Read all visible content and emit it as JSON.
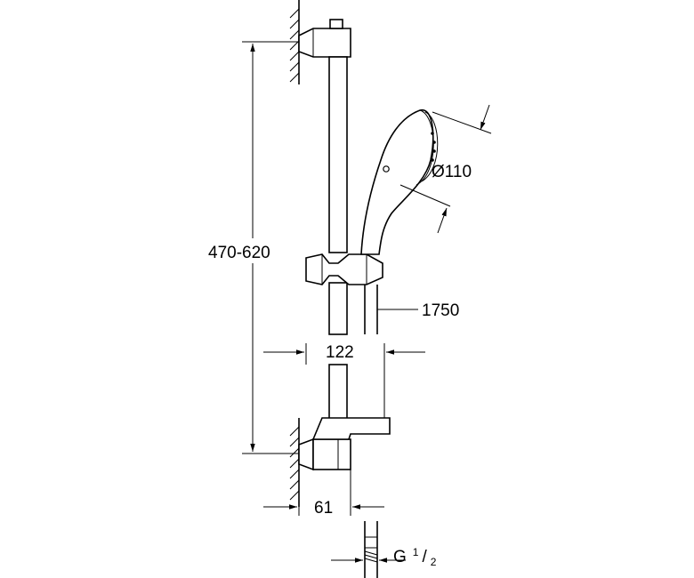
{
  "dimensions": {
    "height_range": "470-620",
    "hand_shower_diameter": "Ø110",
    "hose_length": "1750",
    "bar_width": "122",
    "wall_distance": "61",
    "thread": {
      "base": "G",
      "numerator": "1",
      "denominator": "2"
    }
  }
}
